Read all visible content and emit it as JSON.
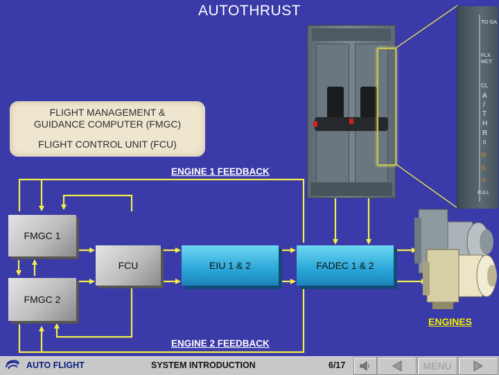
{
  "title": "AUTOTHRUST",
  "legend": {
    "line1": "FLIGHT MANAGEMENT &",
    "line2": "GUIDANCE COMPUTER (FMGC)",
    "line3": "FLIGHT CONTROL UNIT (FCU)"
  },
  "feedback": {
    "engine1": "ENGINE 1 FEEDBACK",
    "engine2": "ENGINE 2 FEEDBACK"
  },
  "blocks": {
    "fmgc1": "FMGC 1",
    "fmgc2": "FMGC 2",
    "fcu": "FCU",
    "eiu": "EIU 1 & 2",
    "fadec": "FADEC 1 & 2",
    "engines": "ENGINES"
  },
  "thrust_scale": [
    "TO GA",
    "FLX MCT",
    "CL",
    "A",
    "/",
    "T",
    "H",
    "R",
    "0",
    "R",
    "E",
    "V",
    "FULL"
  ],
  "statusbar": {
    "module": "AUTO FLIGHT",
    "section": "SYSTEM INTRODUCTION",
    "page": "6/17",
    "menu": "MENU"
  },
  "icons": {
    "logo": "swirl-logo-icon",
    "sound": "speaker-icon",
    "prev": "triangle-left-icon",
    "next": "triangle-right-icon"
  },
  "colors": {
    "background": "#3a3aa8",
    "arrows": "#f4f04a",
    "engines_label": "#f4f000",
    "statusbar_text": "#0a1d7a"
  }
}
